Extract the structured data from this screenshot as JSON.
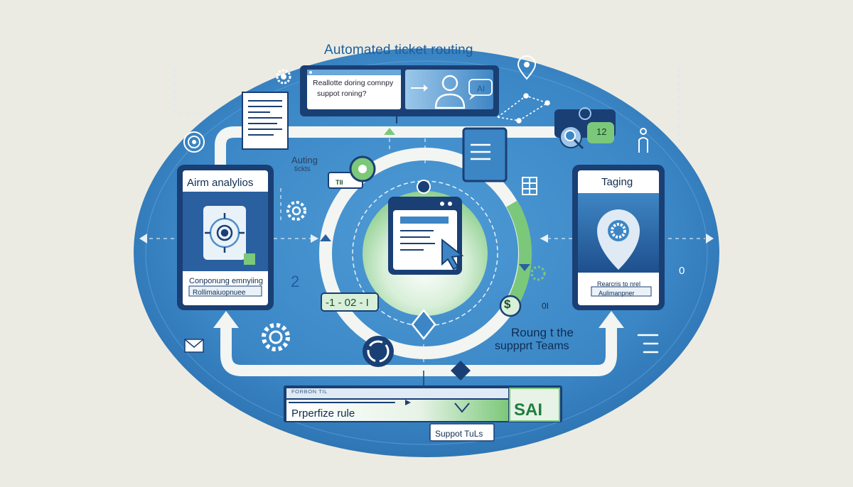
{
  "title": "Automated ticket routing",
  "chat": {
    "line1": "Reallotte doring comnpy",
    "line2": "suppot roning?",
    "ai_label": "AI"
  },
  "routing_tag": {
    "line1": "Auting",
    "line2": "tickts",
    "badge": "TII"
  },
  "left_panel": {
    "title": "Airm analylios",
    "subtitle": "Conponung emnyiing",
    "bar": "Rollimaiuopnuee"
  },
  "right_panel": {
    "title": "Taging",
    "subtitle": "Rearcris to nrel",
    "bar": "Aulimanpner"
  },
  "cycle": {
    "number_two": "2",
    "green_code": "-1 - 02 - I",
    "dollar": "$",
    "zero_one": "0I",
    "twelve": "12",
    "zero": "0"
  },
  "routing_teams": {
    "line1": "Roung t the",
    "line2": "suppprt Teams"
  },
  "progress": {
    "top_label": "FORBON TIL",
    "rule": "Prperfize rule",
    "badge": "SAI",
    "level": 0.48
  },
  "support_tuls": "Suppot TuLs",
  "colors": {
    "background": "#ecebe3",
    "ellipse": "#3c86c5",
    "ellipse_dark": "#2c6fb0",
    "panel": "#1a3f74",
    "green": "#7cc87a",
    "track": "#f2f5f2"
  },
  "icons": [
    "gear-icon",
    "pin-icon",
    "person-icon",
    "document-icon",
    "search-icon",
    "cursor-icon",
    "network-icon",
    "mail-icon",
    "refresh-icon",
    "puzzle-icon",
    "target-icon",
    "dollar-icon"
  ]
}
